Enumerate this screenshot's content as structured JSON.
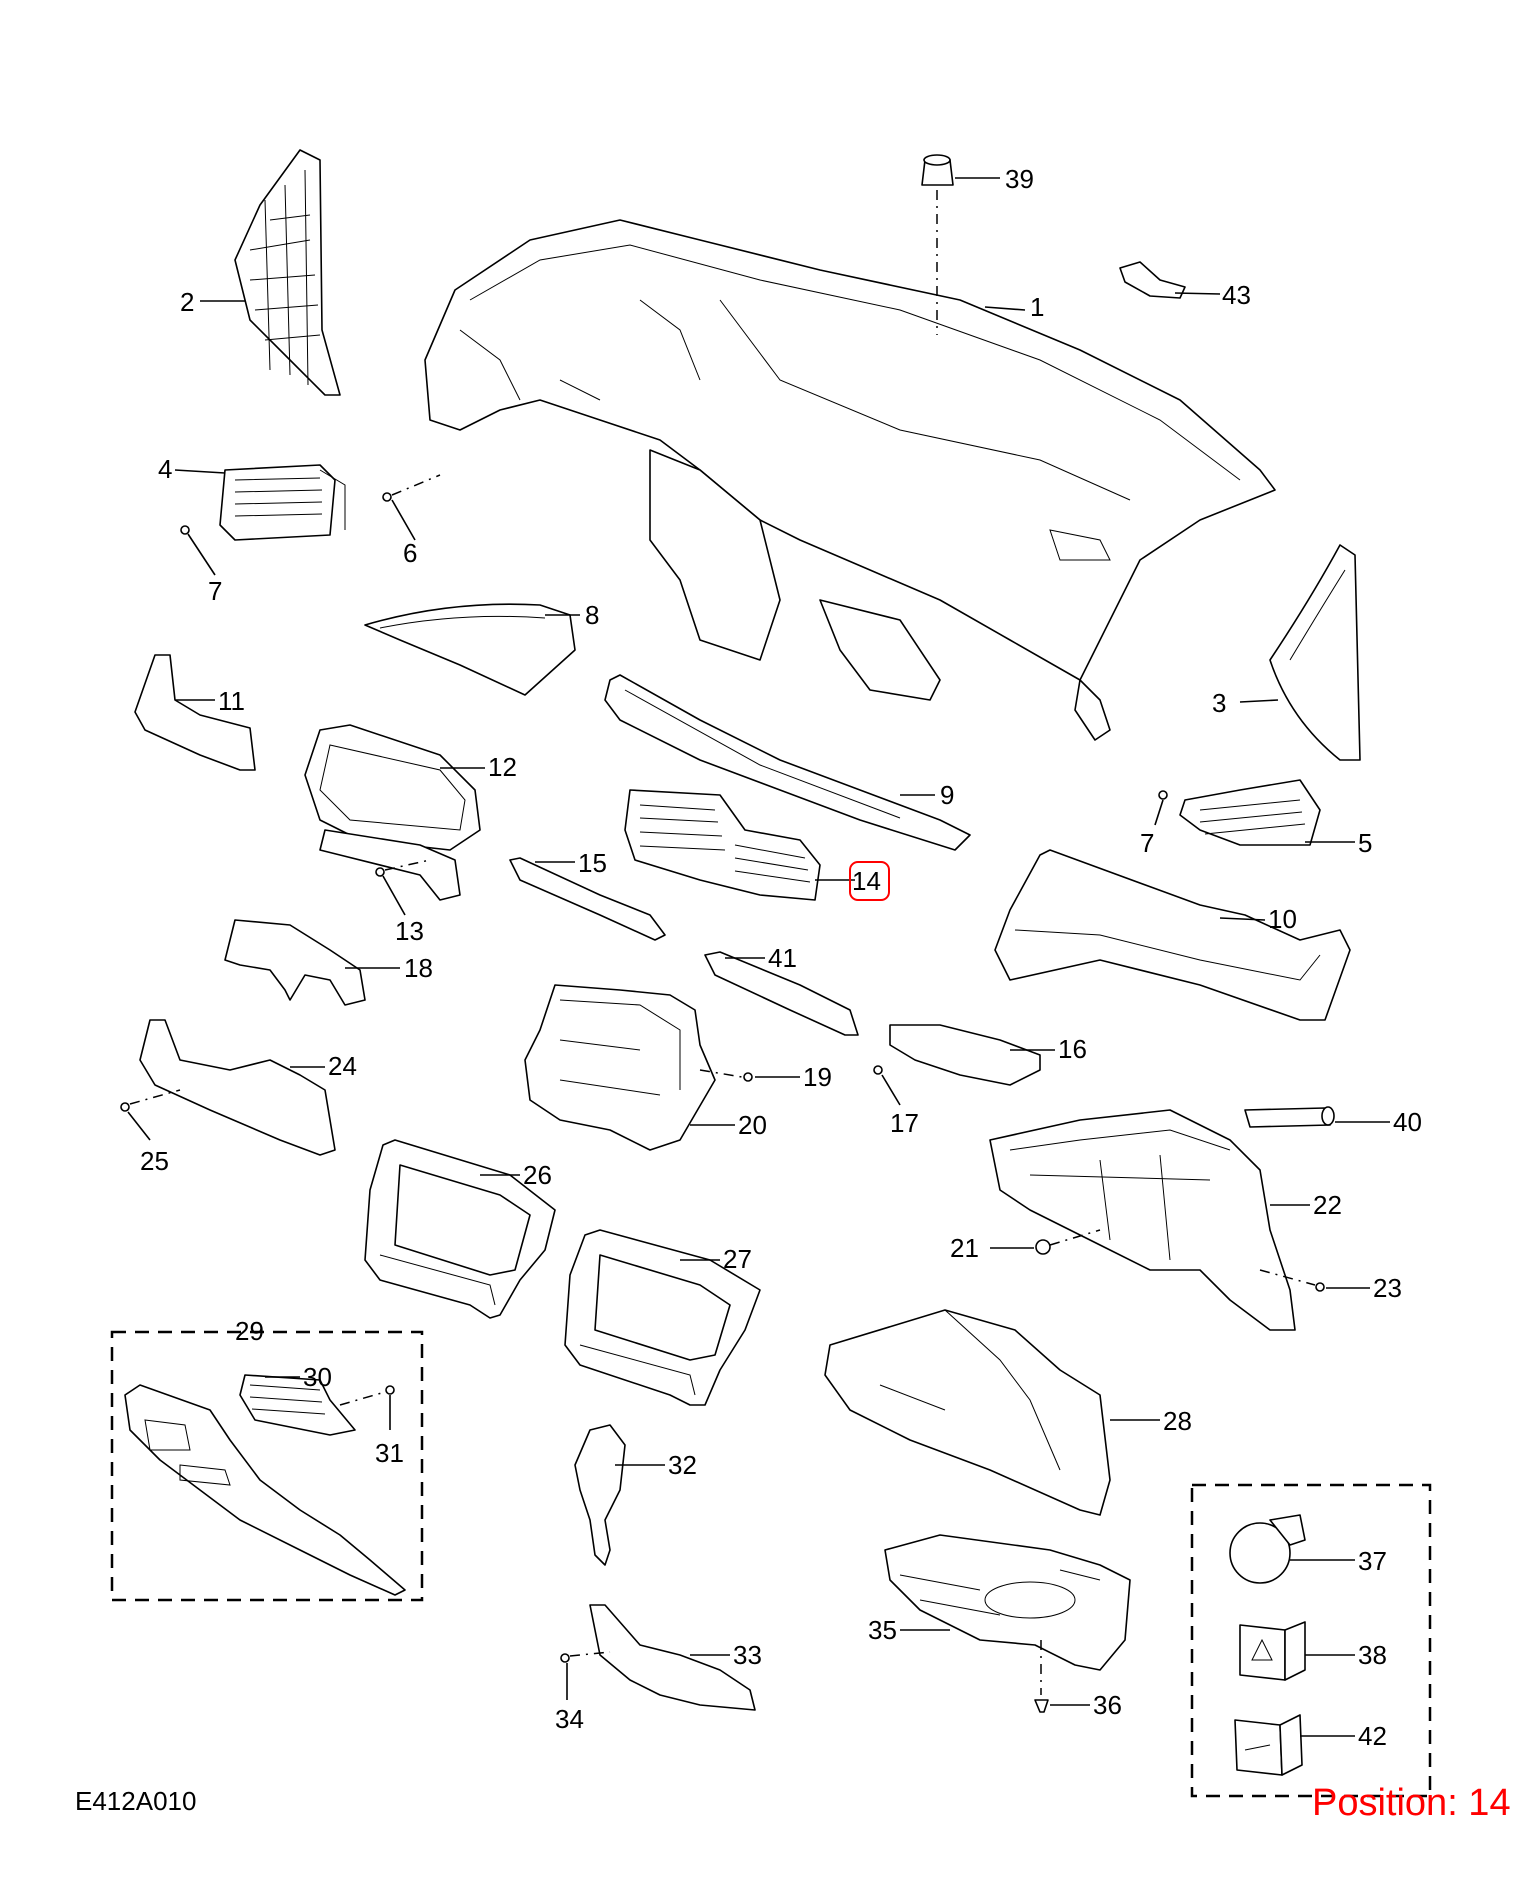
{
  "diagram": {
    "code": "E412A010",
    "position_label": "Position: 14",
    "highlight_color": "#ff0000",
    "highlighted_part": "14",
    "callouts": {
      "p1": "1",
      "p2": "2",
      "p3": "3",
      "p4": "4",
      "p5": "5",
      "p6": "6",
      "p7a": "7",
      "p7b": "7",
      "p8": "8",
      "p9": "9",
      "p10": "10",
      "p11": "11",
      "p12": "12",
      "p13": "13",
      "p14": "14",
      "p15": "15",
      "p16": "16",
      "p17": "17",
      "p18": "18",
      "p19": "19",
      "p20": "20",
      "p21": "21",
      "p22": "22",
      "p23": "23",
      "p24": "24",
      "p25": "25",
      "p26": "26",
      "p27": "27",
      "p28": "28",
      "p29": "29",
      "p30": "30",
      "p31": "31",
      "p32": "32",
      "p33": "33",
      "p34": "34",
      "p35": "35",
      "p36": "36",
      "p37": "37",
      "p38": "38",
      "p39": "39",
      "p40": "40",
      "p41": "41",
      "p42": "42",
      "p43": "43"
    }
  }
}
